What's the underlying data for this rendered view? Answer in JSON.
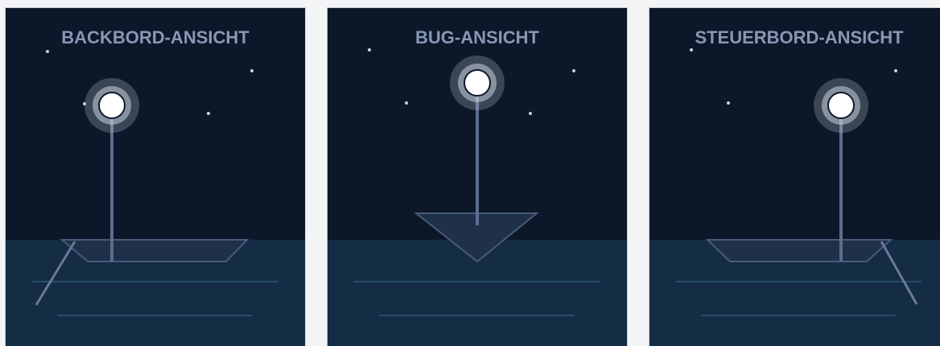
{
  "colors": {
    "page_background": "#f3f4f6",
    "sky": "#0c1829",
    "water": "#142c44",
    "title_text": "#8897b3",
    "hull_fill": "#1f3148",
    "hull_stroke": "#4a5a7a",
    "mast": "#5c6d91",
    "light_core": "#ffffff",
    "light_glow": "#c9cfdd",
    "waves": "#2a4c6a",
    "stars": "#c8d0dc"
  },
  "icons": [
    "masthead-light-icon",
    "boat-hull-icon",
    "oar-icon",
    "star-icon"
  ],
  "panels": [
    {
      "id": "port",
      "title": "BACKBORD-ANSICHT"
    },
    {
      "id": "bow",
      "title": "BUG-ANSICHT"
    },
    {
      "id": "starboard",
      "title": "STEUERBORD-ANSICHT"
    }
  ]
}
